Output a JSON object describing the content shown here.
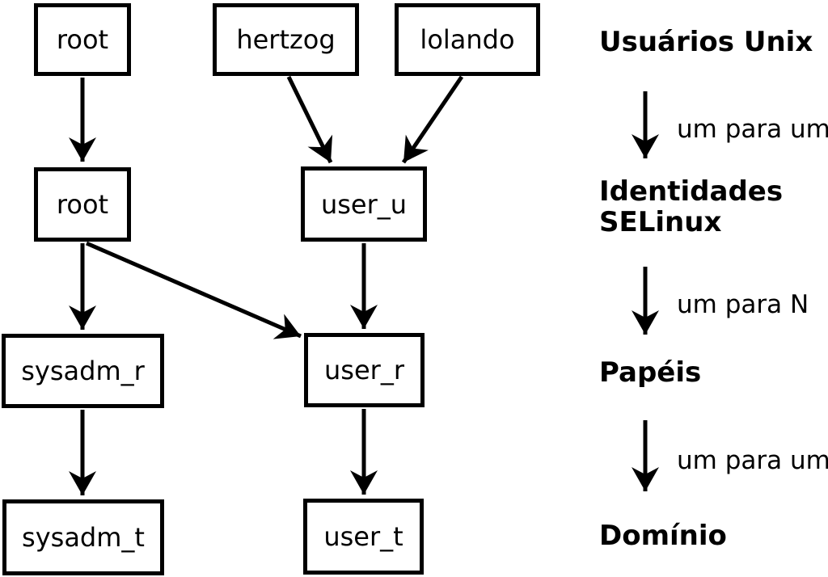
{
  "nodes": {
    "root_unix": "root",
    "hertzog": "hertzog",
    "lolando": "lolando",
    "root_selinux": "root",
    "user_u": "user_u",
    "sysadm_r": "sysadm_r",
    "user_r": "user_r",
    "sysadm_t": "sysadm_t",
    "user_t": "user_t"
  },
  "edges": [
    {
      "from": "root (usuário Unix)",
      "to": "root (identidade SELinux)"
    },
    {
      "from": "hertzog",
      "to": "user_u"
    },
    {
      "from": "lolando",
      "to": "user_u"
    },
    {
      "from": "root (identidade SELinux)",
      "to": "sysadm_r"
    },
    {
      "from": "root (identidade SELinux)",
      "to": "user_r"
    },
    {
      "from": "user_u",
      "to": "user_r"
    },
    {
      "from": "sysadm_r",
      "to": "sysadm_t"
    },
    {
      "from": "user_r",
      "to": "user_t"
    }
  ],
  "legend": {
    "level_unix_users": "Usuários Unix",
    "mapping_unix_to_identity": "um para um",
    "level_identities_line1": "Identidades",
    "level_identities_line2": "SELinux",
    "mapping_identity_to_roles": "um para N",
    "level_roles": "Papéis",
    "mapping_roles_to_domain": "um para um",
    "level_domain": "Domínio"
  },
  "colors": {
    "stroke": "#000000",
    "fill": "#ffffff",
    "text": "#000000",
    "background": "#ffffff"
  }
}
